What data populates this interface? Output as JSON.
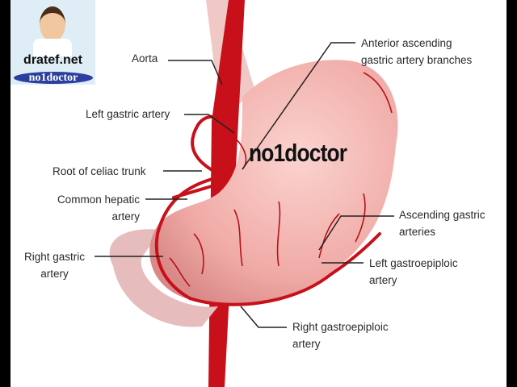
{
  "logo": {
    "site": "dratef.net",
    "brand": "no1doctor"
  },
  "watermark": "no1doctor",
  "labels": {
    "aorta": "Aorta",
    "left_gastric": "Left gastric artery",
    "celiac": "Root of celiac trunk",
    "common_hepatic_1": "Common hepatic",
    "common_hepatic_2": "artery",
    "right_gastric_1": "Right gastric",
    "right_gastric_2": "artery",
    "anterior_1": "Anterior ascending",
    "anterior_2": "gastric artery branches",
    "ascending_1": "Ascending gastric",
    "ascending_2": "arteries",
    "left_gastroepiploic_1": "Left gastroepiploic",
    "left_gastroepiploic_2": "artery",
    "right_gastroepiploic_1": "Right gastroepiploic",
    "right_gastroepiploic_2": "artery"
  },
  "colors": {
    "artery": "#c8101a",
    "stomach": "#f2b3b0",
    "letterbox": "#000000"
  }
}
